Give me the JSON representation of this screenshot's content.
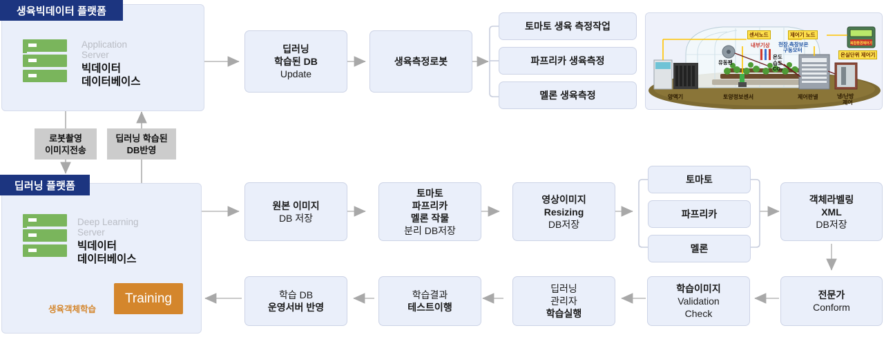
{
  "diagram": {
    "title": "Growth Big Data Platform / Deep Learning Platform Flow",
    "colors": {
      "tab_navy": "#1c3580",
      "box_fill": "#eaeffa",
      "box_border": "#ccd3e6",
      "chip_grey": "#cccccc",
      "training_orange": "#d4862c",
      "server_green": "#7ab55c",
      "arrow_grey": "#a8a8a8",
      "dark_arrow": "#3f5662",
      "label_yellow": "#ffe14d"
    }
  },
  "platforms": [
    {
      "id": "growth-bigdata-platform",
      "tab_label": "생육빅데이터 플랫폼",
      "server": {
        "icon": "server-rack-icon",
        "subtitle_line1": "Application",
        "subtitle_line2": "Server",
        "title_line1": "빅데이터",
        "title_line2": "데이터베이스"
      }
    },
    {
      "id": "deep-learning-platform",
      "tab_label": "딥러닝 플랫폼",
      "server": {
        "icon": "server-rack-icon",
        "subtitle_line1": "Deep Learning",
        "subtitle_line2": "Server",
        "title_line1": "빅데이터",
        "title_line2": "데이터베이스"
      },
      "training_box_label": "Training",
      "training_loop_label": "생육객체학습"
    }
  ],
  "connector_chips": [
    {
      "id": "chip-robot-image",
      "line1": "로봇촬영",
      "line2": "이미지전송"
    },
    {
      "id": "chip-deeplearning-db",
      "line1": "딥러닝 학습된",
      "line2": "DB반영"
    }
  ],
  "flow_top": [
    {
      "id": "deeplearning-db-update",
      "lines": [
        {
          "text": "딥러닝",
          "bold": true
        },
        {
          "text": "학습된 DB",
          "bold": true
        },
        {
          "text": "Update",
          "bold": false
        }
      ]
    },
    {
      "id": "growth-measure-robot",
      "lines": [
        {
          "text": "생육측정로봇",
          "bold": true
        }
      ]
    }
  ],
  "flow_top_branch": [
    {
      "id": "tomato-growth-task",
      "lines": [
        {
          "text": "토마토 생육 측정작업",
          "bold": true
        }
      ]
    },
    {
      "id": "paprika-growth-measure",
      "lines": [
        {
          "text": "파프리카 생육측정",
          "bold": true
        }
      ]
    },
    {
      "id": "melon-growth-measure",
      "lines": [
        {
          "text": "멜론 생육측정",
          "bold": true
        }
      ]
    }
  ],
  "flow_mid": [
    {
      "id": "original-image-db",
      "lines": [
        {
          "text": "원본 이미지",
          "bold": true
        },
        {
          "text": "DB 저장",
          "bold": false
        }
      ]
    },
    {
      "id": "crop-split-db",
      "lines": [
        {
          "text": "토마토",
          "bold": true
        },
        {
          "text": "파프리카",
          "bold": true
        },
        {
          "text": "멜론 작물",
          "bold": true
        },
        {
          "text": "분리 DB저장",
          "bold": false
        }
      ]
    },
    {
      "id": "image-resizing-db",
      "lines": [
        {
          "text": "영상이미지",
          "bold": true
        },
        {
          "text": "Resizing",
          "bold": true
        },
        {
          "text": "DB저장",
          "bold": false
        }
      ]
    }
  ],
  "flow_mid_branch": [
    {
      "id": "crop-tomato",
      "lines": [
        {
          "text": "토마토",
          "bold": true
        }
      ]
    },
    {
      "id": "crop-paprika",
      "lines": [
        {
          "text": "파프리카",
          "bold": true
        }
      ]
    },
    {
      "id": "crop-melon",
      "lines": [
        {
          "text": "멜론",
          "bold": true
        }
      ]
    }
  ],
  "flow_mid_end": {
    "id": "object-labeling-xml",
    "lines": [
      {
        "text": "객체라벨링",
        "bold": true
      },
      {
        "text": "XML",
        "bold": true
      },
      {
        "text": "DB저장",
        "bold": false
      }
    ]
  },
  "flow_bottom": [
    {
      "id": "expert-conform",
      "lines": [
        {
          "text": "전문가",
          "bold": true
        },
        {
          "text": "Conform",
          "bold": false
        }
      ]
    },
    {
      "id": "training-image-validation",
      "lines": [
        {
          "text": "학습이미지",
          "bold": true
        },
        {
          "text": "Validation",
          "bold": false
        },
        {
          "text": "Check",
          "bold": false
        }
      ]
    },
    {
      "id": "deeplearning-manager-run",
      "lines": [
        {
          "text": "딥러닝",
          "bold": false
        },
        {
          "text": "관리자",
          "bold": false
        },
        {
          "text": "학습실행",
          "bold": true
        }
      ]
    },
    {
      "id": "training-result-test",
      "lines": [
        {
          "text": "학습결과",
          "bold": false
        },
        {
          "text": "테스트이행",
          "bold": true
        }
      ]
    },
    {
      "id": "training-db-to-server",
      "lines": [
        {
          "text": "학습 DB",
          "bold": false
        },
        {
          "text": "운영서버 반영",
          "bold": true
        }
      ]
    }
  ],
  "greenhouse_photo": {
    "id": "smart-greenhouse-diagram",
    "alt": "스마트 온실 센서 네트워크 구성도",
    "callouts": [
      {
        "id": "sensor-node",
        "text": "센서노드",
        "style": "yellow"
      },
      {
        "id": "controller-node",
        "text": "제어기 노드",
        "style": "yellow"
      },
      {
        "id": "greenhouse-unit-controller",
        "text": "온실단위 제어기",
        "style": "yellow"
      },
      {
        "id": "internal-weather",
        "text": "내부기상",
        "style": "red"
      },
      {
        "id": "ceiling-side-insulation-motor-1",
        "text": "천장,측창보온",
        "style": "blue"
      },
      {
        "id": "ceiling-side-insulation-motor-2",
        "text": "구동모터",
        "style": "blue"
      },
      {
        "id": "temperature",
        "text": "온도",
        "style": "dark"
      },
      {
        "id": "humidity",
        "text": "습도",
        "style": "dark"
      },
      {
        "id": "co2",
        "text": "CO₂",
        "style": "dark"
      },
      {
        "id": "circulation-fan",
        "text": "유동팬",
        "style": "dark"
      },
      {
        "id": "nutrient-supplier",
        "text": "양액기",
        "style": "dark"
      },
      {
        "id": "soil-info-sensor",
        "text": "토양정보센서",
        "style": "dark"
      },
      {
        "id": "control-panel",
        "text": "제어판넬",
        "style": "dark"
      },
      {
        "id": "cooling-heating-control-1",
        "text": "냉/난방",
        "style": "dark"
      },
      {
        "id": "cooling-heating-control-2",
        "text": "제어",
        "style": "dark"
      }
    ],
    "device_screen_label": "복합환경제어기"
  }
}
